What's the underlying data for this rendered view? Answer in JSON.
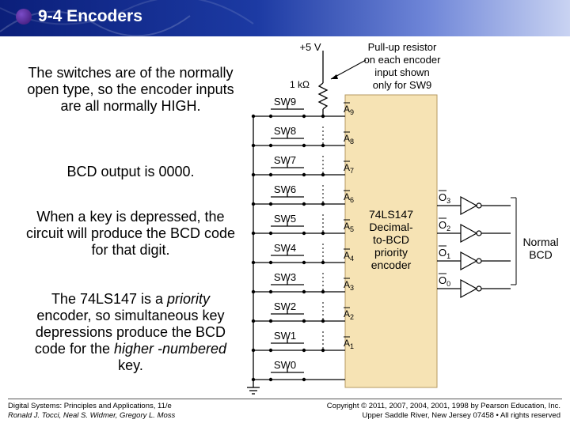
{
  "header": {
    "title": "9-4 Encoders"
  },
  "notes": {
    "n1": "The switches are of the normally open type, so the encoder inputs are all normally HIGH.",
    "n2": "BCD output is 0000.",
    "n3": "When a key is depressed, the circuit will produce the BCD code for that digit.",
    "n4_a": "The 74LS147 is a ",
    "n4_b": "priority",
    "n4_c": " encoder, so simultaneous key depressions produce the BCD code for the ",
    "n4_d": "higher -numbered",
    "n4_e": " key."
  },
  "diagram": {
    "supply": "+5 V",
    "resistor": "1 kΩ",
    "pullup_note": [
      "Pull-up resistor",
      "on each encoder",
      "input shown",
      "only for SW9"
    ],
    "switches": [
      "SW9",
      "SW8",
      "SW7",
      "SW6",
      "SW5",
      "SW4",
      "SW3",
      "SW2",
      "SW1",
      "SW0"
    ],
    "inputs": [
      "A9",
      "A8",
      "A7",
      "A6",
      "A5",
      "A4",
      "A3",
      "A2",
      "A1"
    ],
    "chip": [
      "74LS147",
      "Decimal-",
      "to-BCD",
      "priority",
      "encoder"
    ],
    "outputs": [
      "O3",
      "O2",
      "O1",
      "O0"
    ],
    "normal": [
      "Normal",
      "BCD"
    ]
  },
  "footer": {
    "left_1": "Digital Systems: Principles and Applications, 11/e",
    "left_2": "Ronald J. Tocci, Neal S. Widmer, Gregory L. Moss",
    "right_1": "Copyright © 2011, 2007, 2004, 2001, 1998 by Pearson Education, Inc.",
    "right_2": "Upper Saddle River, New Jersey 07458 • All rights reserved"
  }
}
